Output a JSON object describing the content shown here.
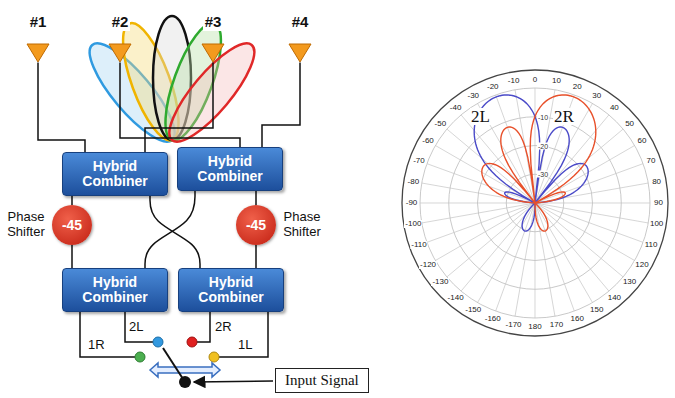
{
  "diagram": {
    "nodes": [
      {
        "text": [
          "#1"
        ]
      },
      {
        "text": [
          "#2"
        ]
      },
      {
        "text": [
          "#3"
        ]
      },
      {
        "text": [
          "#4"
        ]
      },
      {
        "text": [
          "Hybrid Combiner"
        ]
      },
      {
        "text": [
          "Hybrid Combiner"
        ]
      },
      {
        "text": [
          "-45",
          "Phase Shifter"
        ]
      },
      {
        "text": [
          "-45",
          "Phase Shifter"
        ]
      },
      {
        "text": [
          "Hybrid Combiner"
        ]
      },
      {
        "text": [
          "Hybrid Combiner"
        ]
      },
      {
        "text": [
          "Input Signal"
        ]
      }
    ],
    "edges": [
      {
        "from": 0,
        "to": 4,
        "arrow": "none"
      },
      {
        "from": 1,
        "to": 5,
        "arrow": "none"
      },
      {
        "from": 2,
        "to": 4,
        "arrow": "none"
      },
      {
        "from": 3,
        "to": 5,
        "arrow": "none"
      },
      {
        "from": 4,
        "to": 6,
        "arrow": "none"
      },
      {
        "from": 6,
        "to": 8,
        "arrow": "none"
      },
      {
        "from": 4,
        "to": 9,
        "arrow": "none"
      },
      {
        "from": 5,
        "to": 8,
        "arrow": "none"
      },
      {
        "from": 5,
        "to": 7,
        "arrow": "none"
      },
      {
        "from": 7,
        "to": 9,
        "arrow": "none"
      }
    ],
    "labels": [
      "2L",
      "2R",
      "1R",
      "1L",
      "0",
      "10",
      "20",
      "30",
      "40",
      "50",
      "60",
      "70",
      "80",
      "90",
      "100",
      "110",
      "120",
      "130",
      "140",
      "150",
      "160",
      "170",
      "180",
      "-10",
      "-20",
      "-30",
      "-40",
      "-50",
      "-60",
      "-70",
      "-80",
      "-90",
      "-100",
      "-110",
      "-120",
      "-130",
      "-140",
      "-150",
      "-160",
      "-170",
      "-10",
      "-20",
      "-30",
      "2L",
      "2R"
    ]
  }
}
